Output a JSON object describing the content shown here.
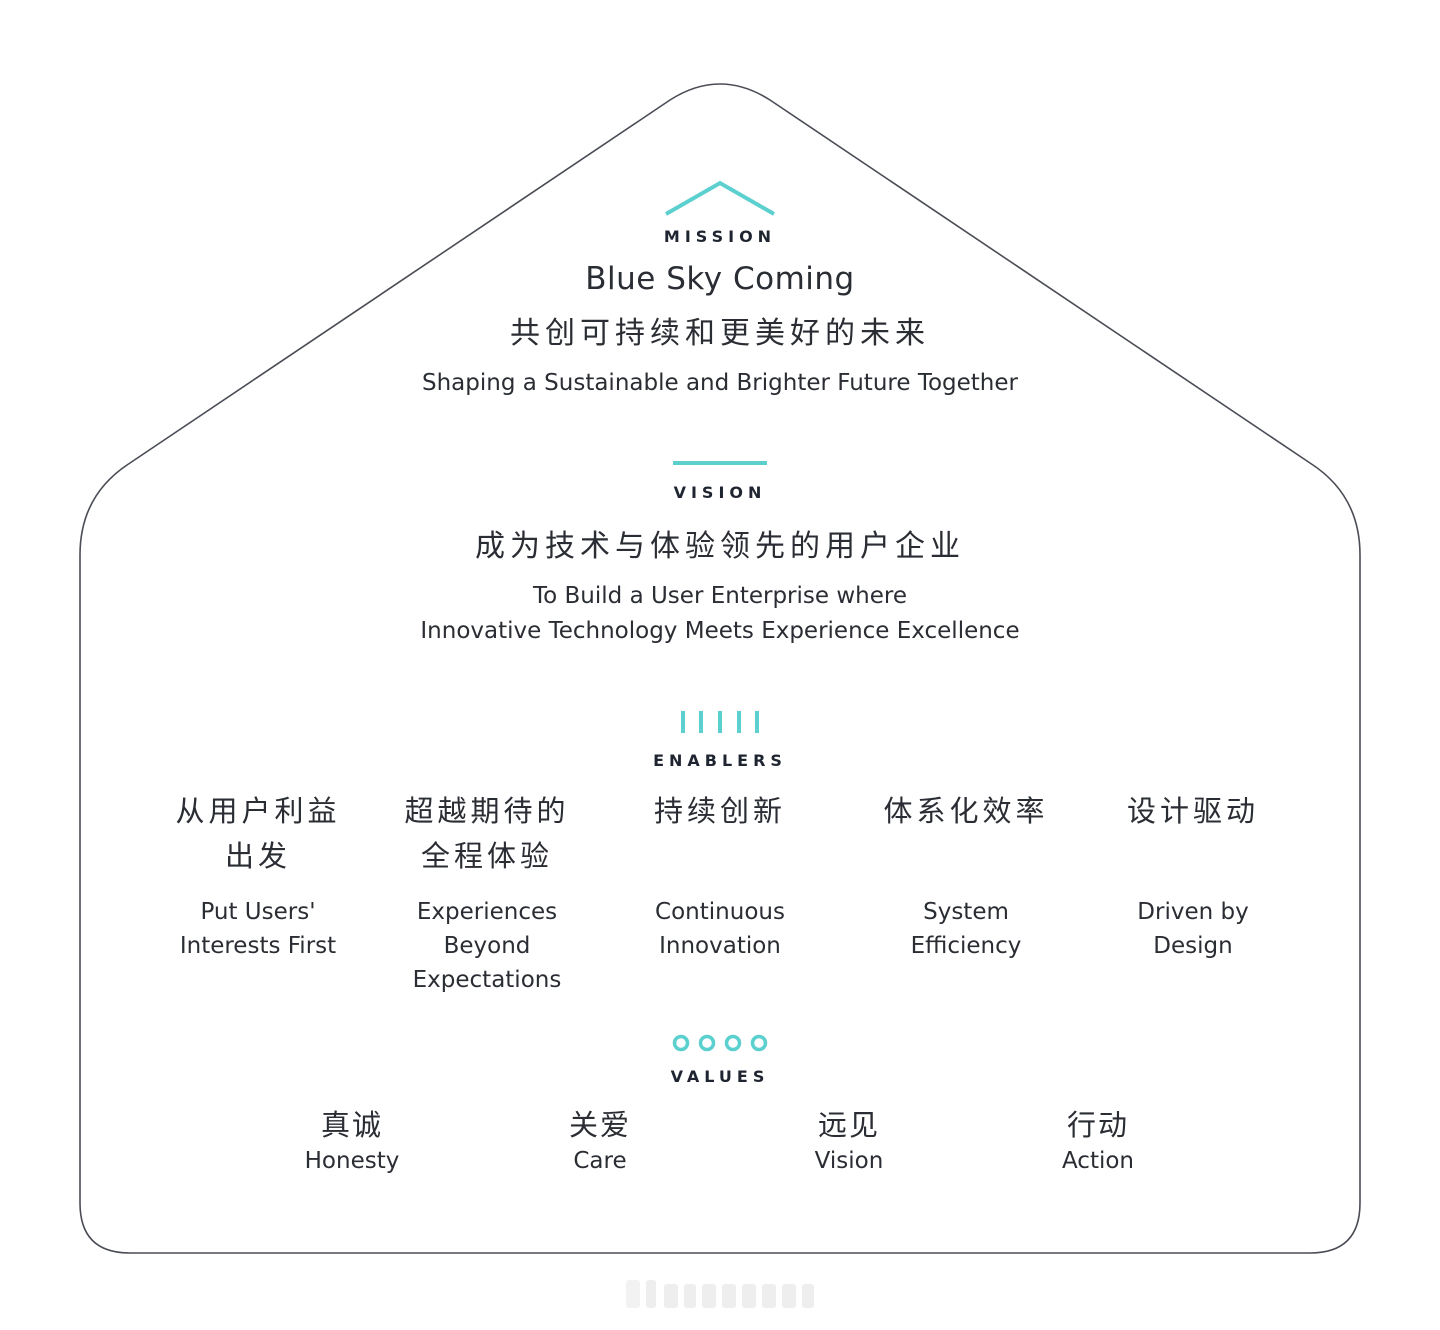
{
  "colors": {
    "accent": "#5ccfcf",
    "outline": "#4a4d55",
    "text": "#2a2d33"
  },
  "mission": {
    "icon": "roof-icon",
    "label": "MISSION",
    "title_en": "Blue Sky Coming",
    "title_cn": "共创可持续和更美好的未来",
    "subtitle": "Shaping a Sustainable and Brighter Future Together"
  },
  "vision": {
    "icon": "bar-icon",
    "label": "VISION",
    "title_cn": "成为技术与体验领先的用户企业",
    "subtitle_line1": "To Build a User Enterprise where",
    "subtitle_line2": "Innovative Technology Meets Experience Excellence"
  },
  "enablers": {
    "icon": "pillars-icon",
    "label": "ENABLERS",
    "items": [
      {
        "cn_line1": "从用户利益",
        "cn_line2": "出发",
        "en_line1": "Put Users'",
        "en_line2": "Interests First",
        "en_line3": ""
      },
      {
        "cn_line1": "超越期待的",
        "cn_line2": "全程体验",
        "en_line1": "Experiences",
        "en_line2": "Beyond",
        "en_line3": "Expectations"
      },
      {
        "cn_line1": "持续创新",
        "cn_line2": "",
        "en_line1": "Continuous",
        "en_line2": "Innovation",
        "en_line3": ""
      },
      {
        "cn_line1": "体系化效率",
        "cn_line2": "",
        "en_line1": "System",
        "en_line2": "Efficiency",
        "en_line3": ""
      },
      {
        "cn_line1": "设计驱动",
        "cn_line2": "",
        "en_line1": "Driven by",
        "en_line2": "Design",
        "en_line3": ""
      }
    ]
  },
  "values": {
    "icon": "circles-icon",
    "label": "VALUES",
    "items": [
      {
        "cn": "真诚",
        "en": "Honesty"
      },
      {
        "cn": "关爱",
        "en": "Care"
      },
      {
        "cn": "远见",
        "en": "Vision"
      },
      {
        "cn": "行动",
        "en": "Action"
      }
    ]
  }
}
